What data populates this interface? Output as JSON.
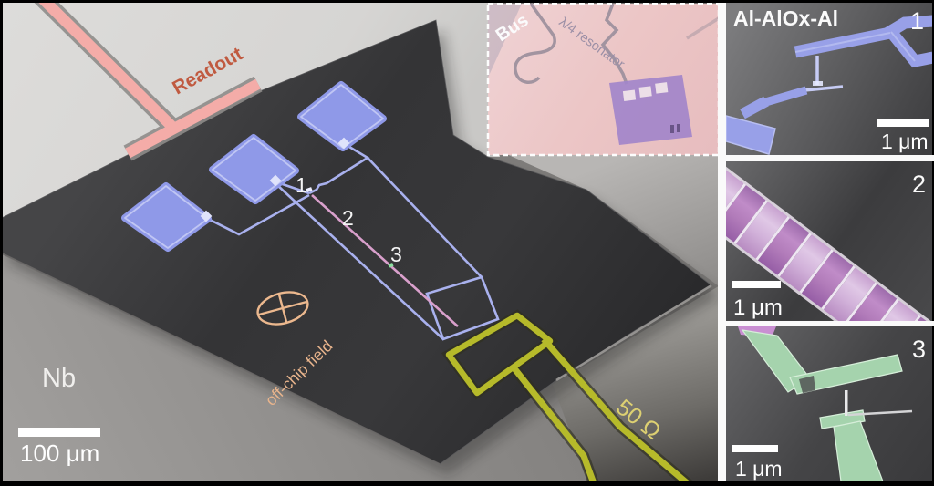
{
  "main": {
    "substrate_label": "Nb",
    "readout_label": "Readout",
    "field_label": "off-chip field",
    "impedance_label": "50 Ω",
    "scale_bar_label": "100 μm",
    "junction_markers": [
      "1",
      "2",
      "3"
    ]
  },
  "inset": {
    "bus_label": "Bus",
    "resonator_label": "λ/4 resonator"
  },
  "panels": {
    "header": "Al-AlOx-Al",
    "items": [
      {
        "number": "1",
        "scale_bar_label": "1 μm"
      },
      {
        "number": "2",
        "scale_bar_label": "1 μm"
      },
      {
        "number": "3",
        "scale_bar_label": "1 μm"
      }
    ]
  },
  "colors": {
    "pad_blue": "#8f99e8",
    "wire_blue": "#a9b1ee",
    "array_pink": "#d9a0cc",
    "feedline_pink": "#f4aca8",
    "readout_text": "#c05a40",
    "cpw_yellow": "#b6ba2a",
    "impedance_text": "#ddd072",
    "field_tan": "#ecb88e",
    "inset_purple": "#a286ca",
    "panel1_blue": "#98a0e8",
    "panel2_purple": "#b584c2",
    "panel3_green": "#a5d3ad"
  }
}
